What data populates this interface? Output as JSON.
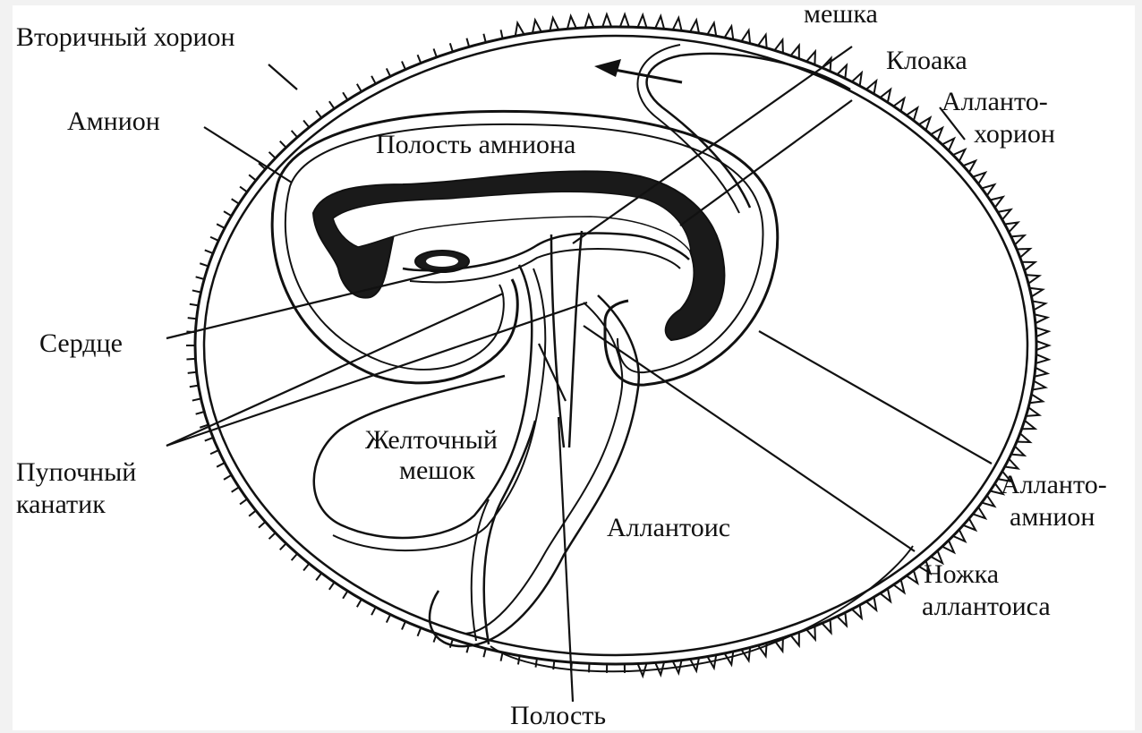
{
  "labels": {
    "secondary_chorion": "Вторичный хорион",
    "amnion": "Амнион",
    "amnion_cavity": "Полость амниона",
    "sac_top": "мешка",
    "cloaca": "Клоака",
    "allanto_chorion_1": "Алланто-",
    "allanto_chorion_2": "хорион",
    "heart": "Сердце",
    "umbilical_cord_1": "Пупочный",
    "umbilical_cord_2": "канатик",
    "yolk_sac_1": "Желточный",
    "yolk_sac_2": "мешок",
    "allantois": "Аллантоис",
    "allanto_amnion_1": "Алланто-",
    "allanto_amnion_2": "амнион",
    "allantois_stalk_1": "Ножка",
    "allantois_stalk_2": "аллантоиса",
    "cavity": "Полость"
  },
  "colors": {
    "ink": "#111111",
    "background": "#ffffff",
    "frame": "#f2f2f2"
  }
}
